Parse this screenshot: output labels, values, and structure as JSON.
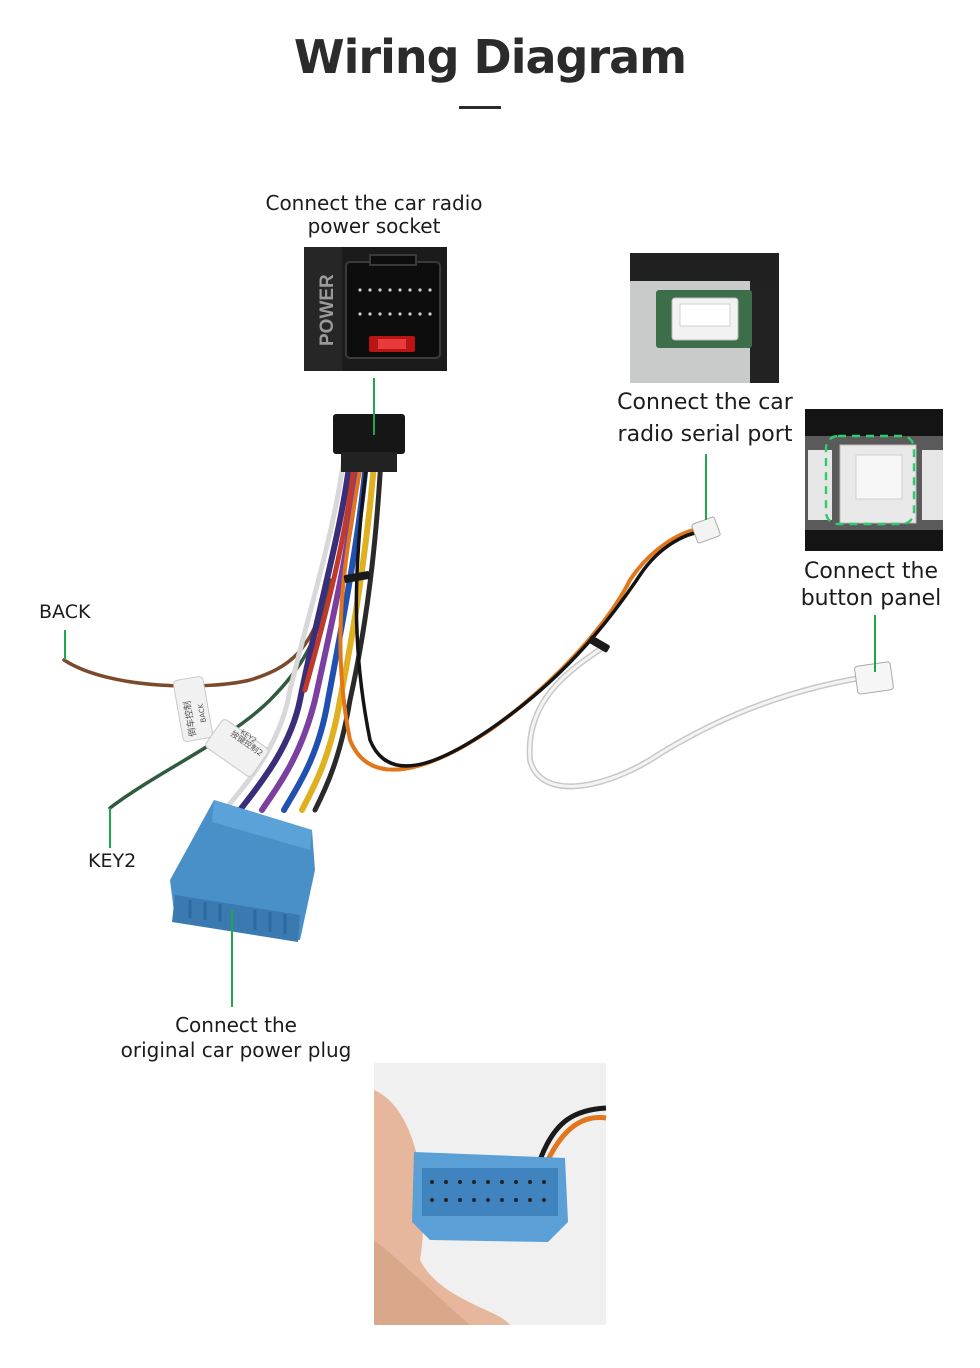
{
  "header": {
    "title": "Wiring Diagram"
  },
  "callouts": {
    "power_socket": {
      "line1": "Connect the car radio",
      "line2": "power socket"
    },
    "serial_port": {
      "line1": "Connect the car",
      "line2": "radio  serial port"
    },
    "button_panel": {
      "line1": "Connect the",
      "line2": "button panel"
    },
    "power_plug": {
      "line1": "Connect the",
      "line2": "original car power plug"
    }
  },
  "wire_labels": {
    "back": "BACK",
    "key2": "KEY2"
  },
  "photo_markings": {
    "socket_side_text": "POWER",
    "tag_back_cn": "倒车控制",
    "tag_back_en": "BACK",
    "tag_key2_cn": "按键控制2",
    "tag_key2_en": "KEY2"
  },
  "colors": {
    "leader_line": "#1fa84a",
    "connector_blue": "#4a90c8",
    "wire_orange": "#e2761b",
    "wire_black": "#141414",
    "wire_white": "#e8e8e8",
    "wire_brown": "#7a4a2a",
    "wire_green": "#2f5b3f"
  }
}
